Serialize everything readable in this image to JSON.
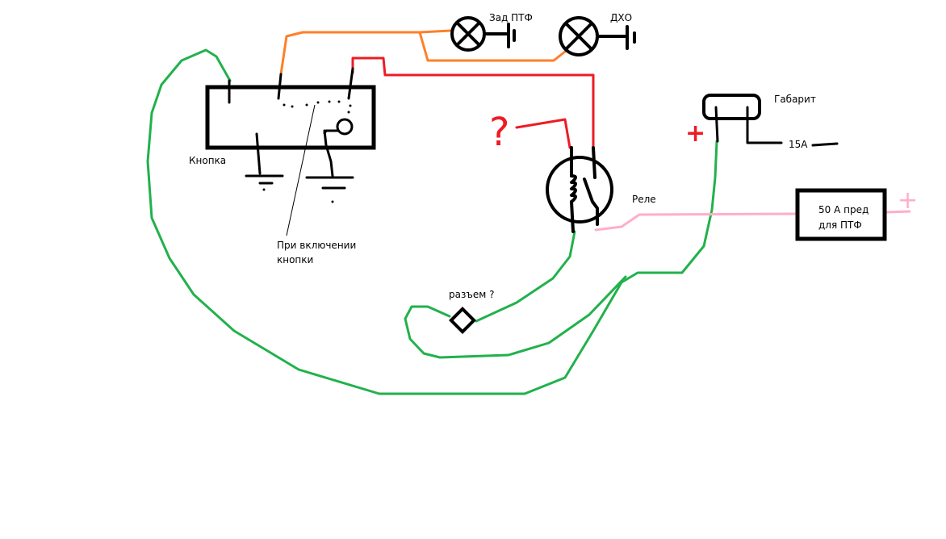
{
  "labels": {
    "button": "Кнопка",
    "when_on_line1": "При включении",
    "when_on_line2": "кнопки",
    "connector": "разъем ?",
    "relay": "Реле",
    "marker_lamp": "Габарит",
    "fuse_15": "15А",
    "rear_fog": "Зад ПТФ",
    "drl": "ДХО",
    "fuse_50_line1": "50 А пред",
    "fuse_50_line2": "для ПТФ",
    "question": "?",
    "plus_red": "+",
    "plus_pink": "+"
  },
  "colors": {
    "green_wire": "#22b14c",
    "orange_wire": "#ff7f27",
    "red_wire": "#ed1c24",
    "pink_wire": "#ffaec9",
    "black": "#000000"
  }
}
